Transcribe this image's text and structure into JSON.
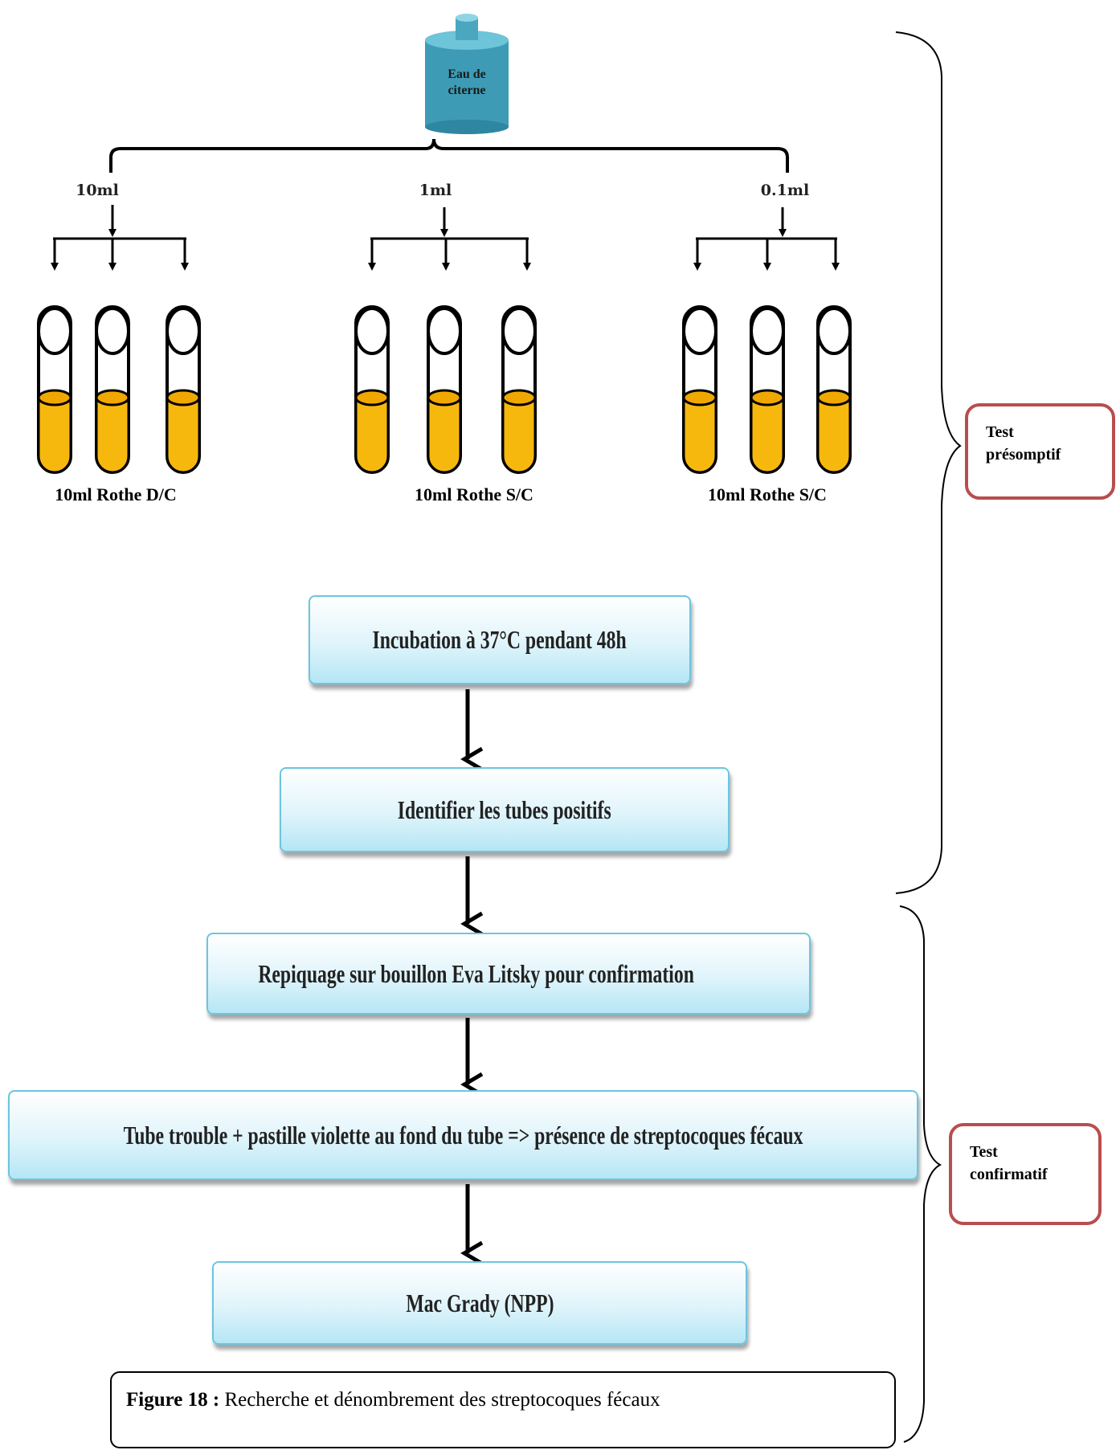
{
  "source": {
    "label_line1": "Eau de",
    "label_line2": "citerne"
  },
  "dilutions": [
    {
      "volume": "10ml",
      "tube_label": "10ml Rothe D/C"
    },
    {
      "volume": "1ml",
      "tube_label": "10ml Rothe S/C"
    },
    {
      "volume": "0.1ml",
      "tube_label": "10ml Rothe S/C"
    }
  ],
  "steps": [
    {
      "label": "Incubation à 37°C pendant 48h"
    },
    {
      "label": "Identifier les tubes positifs"
    },
    {
      "label": "Repiquage sur  bouillon Eva Litsky pour confirmation"
    },
    {
      "label": "Tube trouble + pastille violette au fond du tube  =>  présence de streptocoques fécaux"
    },
    {
      "label": "Mac Grady (NPP)"
    }
  ],
  "phases": [
    {
      "line1": "Test",
      "line2": "présomptif"
    },
    {
      "line1": "Test",
      "line2": "confirmatif"
    }
  ],
  "caption": {
    "label": "Figure 18 :",
    "text": " Recherche et dénombrement des streptocoques fécaux"
  },
  "colors": {
    "tank": "#3d9bb5",
    "liquid": "#f7b80e",
    "step_border": "#6cc5e0",
    "phase_border": "#b94d4d"
  }
}
